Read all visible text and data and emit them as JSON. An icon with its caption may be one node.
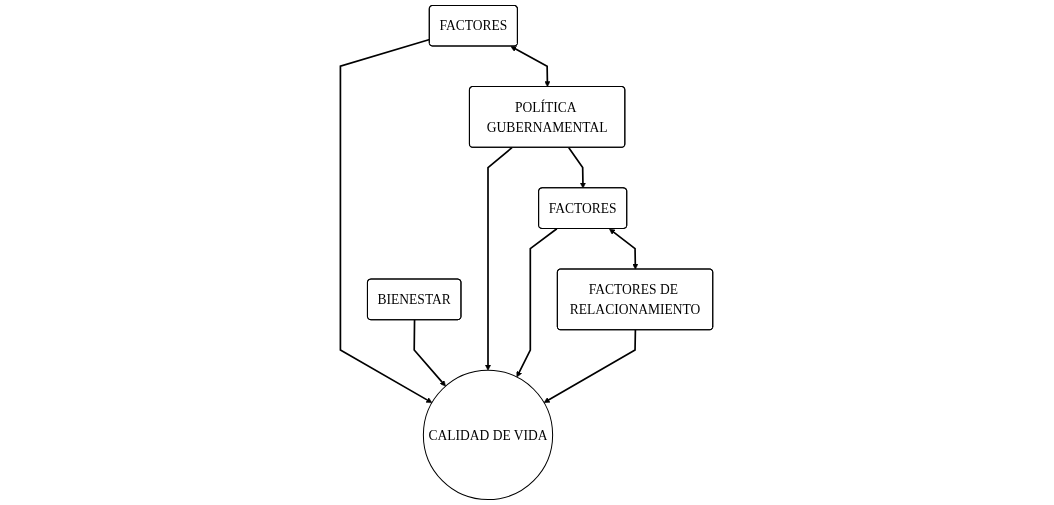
{
  "diagram": {
    "nodes": [
      {
        "text": [
          "FACTORES"
        ]
      },
      {
        "text": [
          "FACTORES"
        ]
      },
      {
        "text": [
          "CALIDAD DE VIDA"
        ]
      },
      {
        "text": [
          "POLÍTICA GUBERNAMENTAL"
        ]
      },
      {
        "text": [
          "FACTORES DE RELACIONAMIENTO"
        ]
      },
      {
        "text": [
          "BIENESTAR"
        ]
      }
    ],
    "edges": [
      {
        "from": 0,
        "to": 2,
        "arrow": "to"
      },
      {
        "from": 1,
        "to": 2,
        "arrow": "to"
      },
      {
        "from": 0,
        "to": 3,
        "arrow": "both"
      },
      {
        "from": 1,
        "to": 4,
        "arrow": "both"
      },
      {
        "from": 3,
        "to": 2,
        "arrow": "to"
      },
      {
        "from": 4,
        "to": 2,
        "arrow": "to"
      },
      {
        "from": 5,
        "to": 2,
        "arrow": "to"
      },
      {
        "from": 3,
        "to": 1,
        "arrow": "to"
      }
    ]
  }
}
